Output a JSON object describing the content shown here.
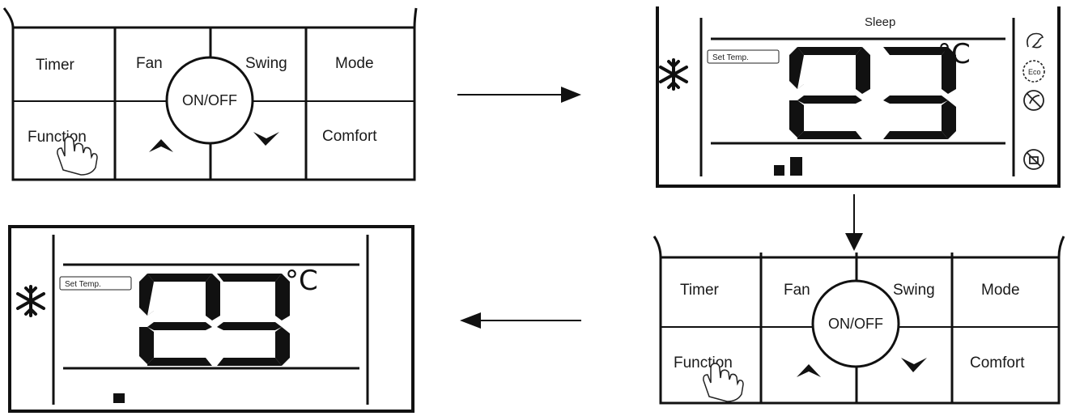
{
  "keypad": {
    "timer": "Timer",
    "fan": "Fan",
    "swing": "Swing",
    "mode": "Mode",
    "function": "Function",
    "comfort": "Comfort",
    "onoff": "ON/OFF"
  },
  "display_full": {
    "sleep": "Sleep",
    "set_temp": "Set Temp.",
    "temperature": "23",
    "unit": "°C",
    "eco": "Eco",
    "fan_speed_bars": 2
  },
  "display_simple": {
    "set_temp": "Set Temp.",
    "temperature": "23",
    "unit": "°C",
    "fan_speed_bars": 1
  },
  "icons": [
    "hand-pointer-icon",
    "snowflake-icon",
    "arrow-right-icon",
    "arrow-down-icon",
    "arrow-left-icon",
    "sleep-mode-icon",
    "eco-icon",
    "no-swing-icon",
    "child-lock-icon"
  ]
}
